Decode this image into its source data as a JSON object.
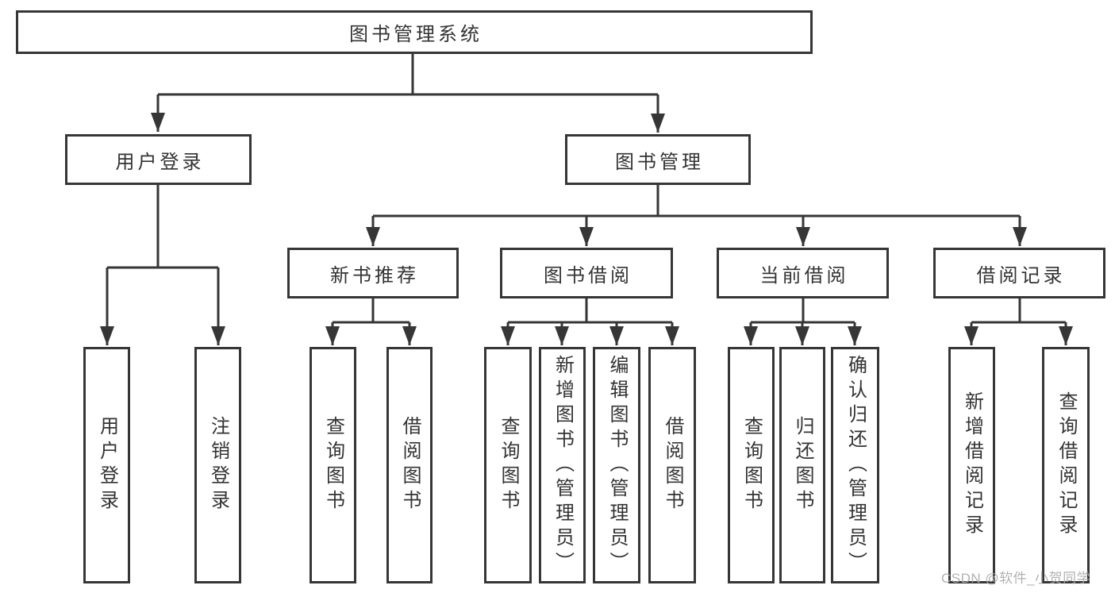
{
  "diagram_type": "hierarchy-tree",
  "colors": {
    "line": "#363636",
    "box_border": "#363636",
    "text": "#333333",
    "watermark": "#adadad",
    "background": "#ffffff"
  },
  "tree": {
    "root": {
      "label": "图书管理系统",
      "children": [
        {
          "label": "用户登录",
          "children": [
            {
              "label": "用户登录"
            },
            {
              "label": "注销登录"
            }
          ]
        },
        {
          "label": "图书管理",
          "children": [
            {
              "label": "新书推荐",
              "children": [
                {
                  "label": "查询图书"
                },
                {
                  "label": "借阅图书"
                }
              ]
            },
            {
              "label": "图书借阅",
              "children": [
                {
                  "label": "查询图书"
                },
                {
                  "label": "新增图书（管理员）"
                },
                {
                  "label": "编辑图书（管理员）"
                },
                {
                  "label": "借阅图书"
                }
              ]
            },
            {
              "label": "当前借阅",
              "children": [
                {
                  "label": "查询图书"
                },
                {
                  "label": "归还图书"
                },
                {
                  "label": "确认归还（管理员）"
                }
              ]
            },
            {
              "label": "借阅记录",
              "children": [
                {
                  "label": "新增借阅记录"
                },
                {
                  "label": "查询借阅记录"
                }
              ]
            }
          ]
        }
      ]
    }
  },
  "watermark": {
    "text": "CSDN @软件_小贺同学"
  }
}
